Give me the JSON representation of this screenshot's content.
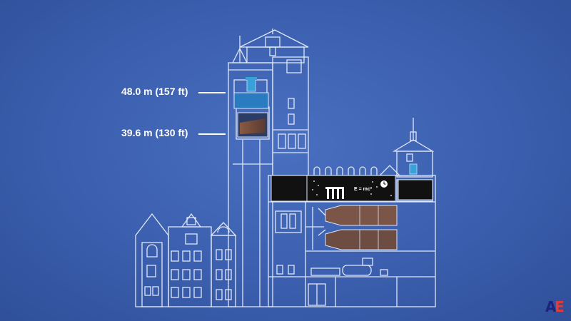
{
  "labels": {
    "upper_height": "48.0 m (157 ft)",
    "lower_height": "39.6 m (130 ft)"
  },
  "banner": {
    "formula": "E = mc²"
  },
  "logo": {
    "letters": "AE",
    "colors": [
      "#1a237e",
      "#e53935",
      "#8e24aa"
    ]
  },
  "colors": {
    "background": "#3b5fae",
    "outline": "#dfe6f5",
    "accent_blue": "#2a7bbf",
    "accent_cyan": "#3aa0d8",
    "wood_brown": "#6d4c41",
    "banner_black": "#111111"
  }
}
